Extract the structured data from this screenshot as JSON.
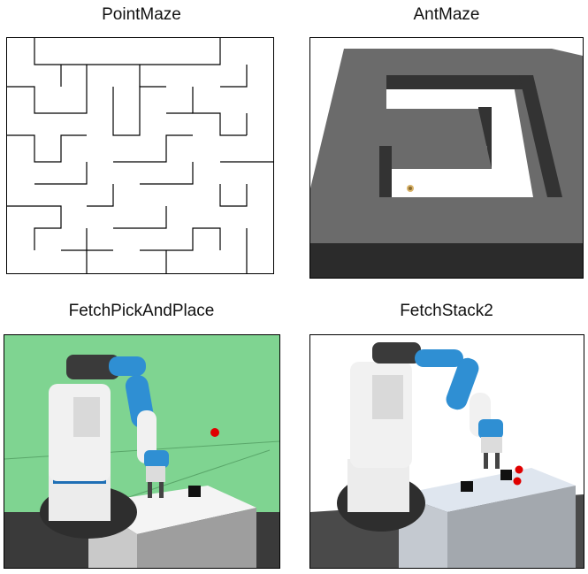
{
  "panels": {
    "point_maze": {
      "title": "PointMaze"
    },
    "ant_maze": {
      "title": "AntMaze"
    },
    "fetch_pick_and_place": {
      "title": "FetchPickAndPlace"
    },
    "fetch_stack2": {
      "title": "FetchStack2"
    }
  },
  "colors": {
    "maze_wall_line": "#000000",
    "antmaze_wall": "#6e6e6e",
    "antmaze_shadow": "#2e2e2e",
    "fetch_green_bg": "#7fd491",
    "robot_blue": "#2f8fd3",
    "robot_white": "#f2f2f2",
    "robot_dark": "#3a3a3a",
    "goal_red": "#e00000"
  }
}
